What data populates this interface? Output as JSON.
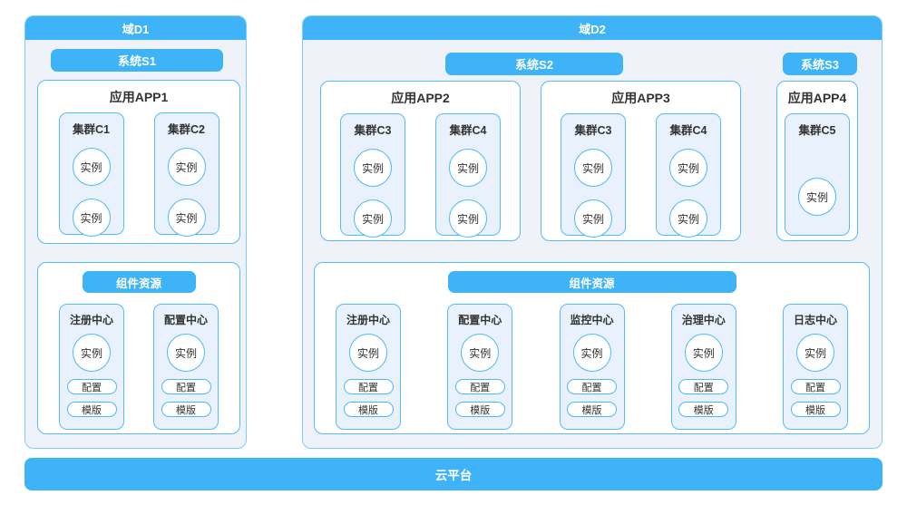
{
  "colors": {
    "primary_blue": "#3eb3f8",
    "domain_border": "#7ecbfa",
    "box_border": "#55bbf8",
    "domain_bg": "#eff3f9",
    "card_bg": "#e9f2fc",
    "box_bg": "#ffffff",
    "text": "#333333"
  },
  "d1": {
    "title": "域D1",
    "system": "系统S1",
    "app": {
      "title": "应用APP1",
      "clusters": [
        {
          "title": "集群C1",
          "instances": [
            "实例",
            "实例"
          ]
        },
        {
          "title": "集群C2",
          "instances": [
            "实例",
            "实例"
          ]
        }
      ]
    },
    "components": {
      "title": "组件资源",
      "cards": [
        {
          "title": "注册中心",
          "instance": "实例",
          "badges": [
            "配置",
            "模版"
          ]
        },
        {
          "title": "配置中心",
          "instance": "实例",
          "badges": [
            "配置",
            "模版"
          ]
        }
      ]
    }
  },
  "d2": {
    "title": "域D2",
    "systems": [
      "系统S2",
      "系统S3"
    ],
    "apps": [
      {
        "title": "应用APP2",
        "clusters": [
          {
            "title": "集群C3",
            "instances": [
              "实例",
              "实例"
            ]
          },
          {
            "title": "集群C4",
            "instances": [
              "实例",
              "实例"
            ]
          }
        ]
      },
      {
        "title": "应用APP3",
        "clusters": [
          {
            "title": "集群C3",
            "instances": [
              "实例",
              "实例"
            ]
          },
          {
            "title": "集群C4",
            "instances": [
              "实例",
              "实例"
            ]
          }
        ]
      },
      {
        "title": "应用APP4",
        "clusters": [
          {
            "title": "集群C5",
            "instances": [
              "实例"
            ]
          }
        ]
      }
    ],
    "components": {
      "title": "组件资源",
      "cards": [
        {
          "title": "注册中心",
          "instance": "实例",
          "badges": [
            "配置",
            "模版"
          ]
        },
        {
          "title": "配置中心",
          "instance": "实例",
          "badges": [
            "配置",
            "模版"
          ]
        },
        {
          "title": "监控中心",
          "instance": "实例",
          "badges": [
            "配置",
            "模版"
          ]
        },
        {
          "title": "治理中心",
          "instance": "实例",
          "badges": [
            "配置",
            "模版"
          ]
        },
        {
          "title": "日志中心",
          "instance": "实例",
          "badges": [
            "配置",
            "模版"
          ]
        }
      ]
    }
  },
  "platform": {
    "title": "云平台"
  }
}
